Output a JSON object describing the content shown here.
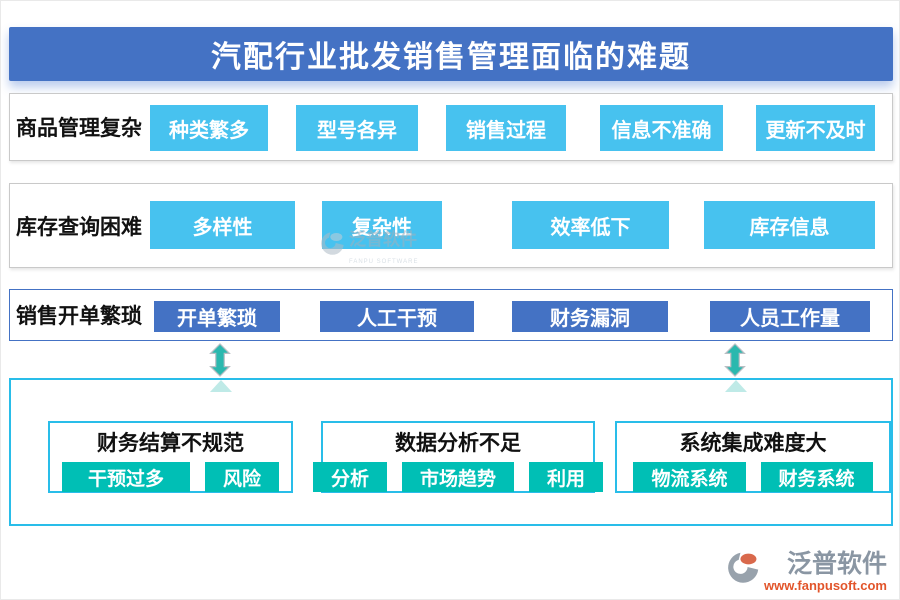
{
  "title": "汽配行业批发销售管理面临的难题",
  "rows": [
    {
      "label": "商品管理复杂",
      "items": [
        "种类繁多",
        "型号各异",
        "销售过程",
        "信息不准确",
        "更新不及时"
      ]
    },
    {
      "label": "库存查询困难",
      "items": [
        "多样性",
        "复杂性",
        "效率低下",
        "库存信息"
      ]
    },
    {
      "label": "销售开单繁琐",
      "items": [
        "开单繁琐",
        "人工干预",
        "财务漏洞",
        "人员工作量"
      ]
    }
  ],
  "bottom_cards": [
    {
      "title": "财务结算不规范",
      "tags": [
        "干预过多",
        "风险"
      ]
    },
    {
      "title": "数据分析不足",
      "tags": [
        "分析",
        "市场趋势",
        "利用"
      ]
    },
    {
      "title": "系统集成难度大",
      "tags": [
        "物流系统",
        "财务系统"
      ]
    }
  ],
  "watermark": {
    "name": "泛普软件",
    "subname": "FANPU SOFTWARE"
  },
  "logo": {
    "name": "泛普软件",
    "url": "www.fanpusoft.com"
  },
  "colors": {
    "banner_blue": "#4472C4",
    "sky_blue": "#47C2EF",
    "royal_blue": "#4472C4",
    "teal_tag": "#00BFB5",
    "cyan_border": "#29BDE9",
    "arrow_teal": "#2BB8AE",
    "logo_gray": "#8A96A3",
    "url_orange": "#E2552B"
  }
}
